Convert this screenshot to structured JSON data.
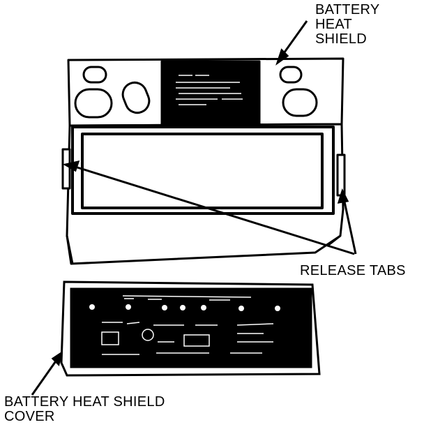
{
  "labels": {
    "battery_heat_shield": "BATTERY\nHEAT\nSHIELD",
    "release_tabs": "RELEASE TABS",
    "battery_heat_shield_cover": "BATTERY HEAT SHIELD\nCOVER"
  },
  "colors": {
    "ink": "#000000",
    "paper": "#ffffff"
  }
}
